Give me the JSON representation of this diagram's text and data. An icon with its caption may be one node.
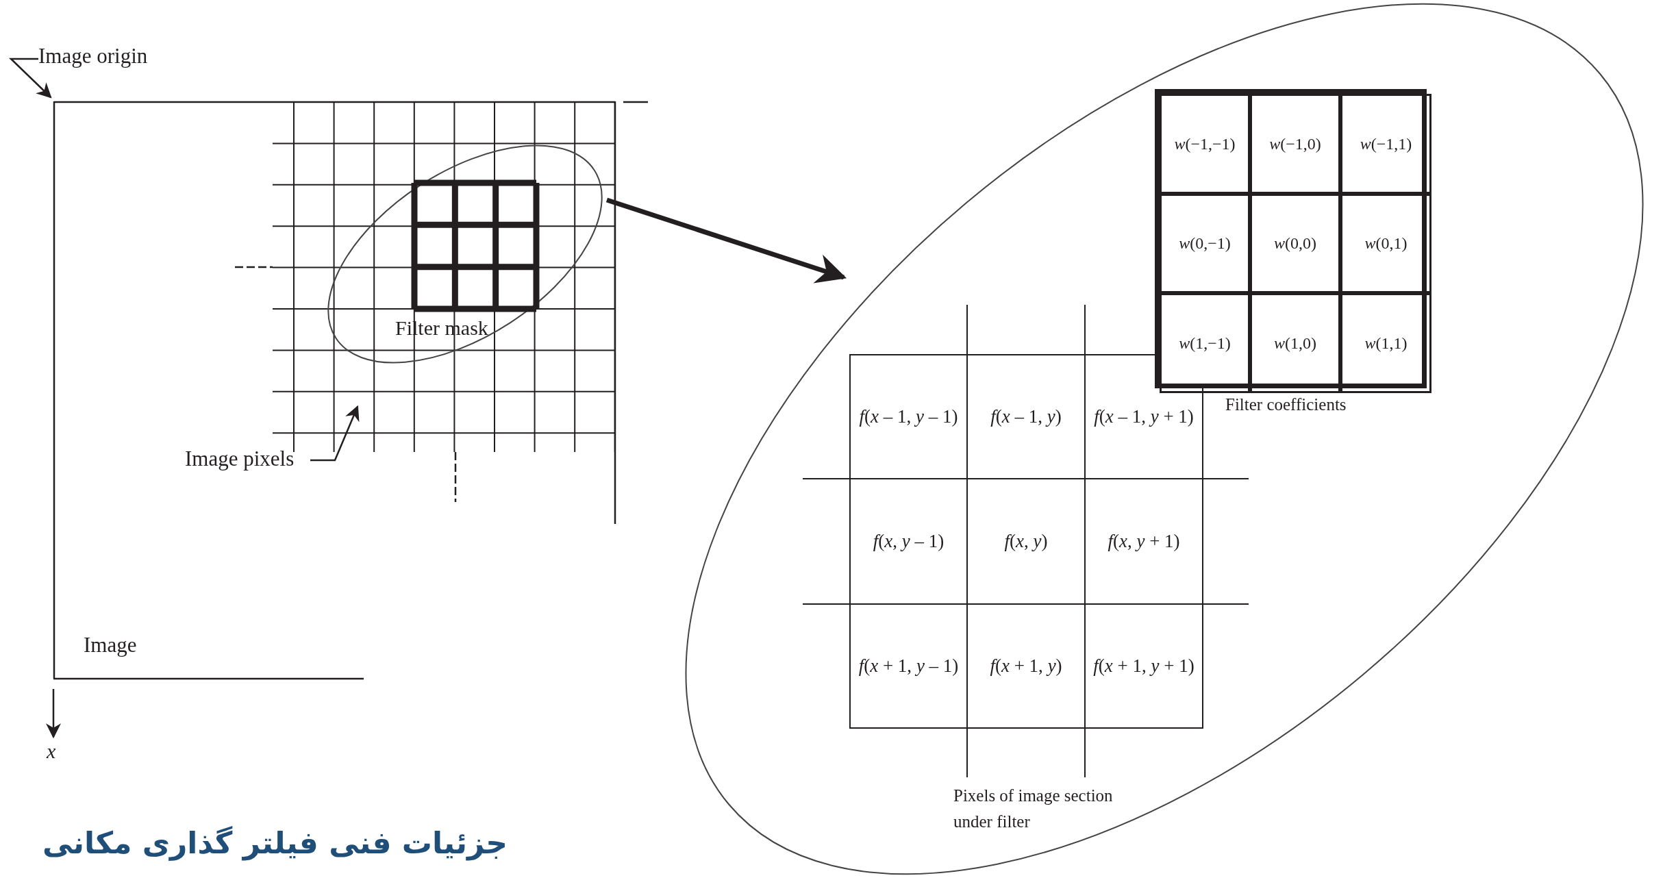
{
  "diagram": {
    "title": "جزئیات فنی فیلتر گذاری مکانی",
    "nodes": [
      {
        "text": [
          "Image"
        ]
      },
      {
        "text": [
          "Image origin"
        ]
      },
      {
        "text": [
          "Image pixels"
        ],
        "in": 0
      },
      {
        "text": [],
        "shape": "grid",
        "in": 0
      },
      {
        "text": [
          "Filter mask"
        ],
        "in": 3
      },
      {
        "text": [],
        "shape": "ellipse"
      },
      {
        "text": [
          "Filter coefficients"
        ],
        "in": 5
      },
      {
        "text": [
          "*w*(−1,−1)"
        ],
        "in": 6
      },
      {
        "text": [
          "*w*(−1,0)"
        ],
        "in": 6
      },
      {
        "text": [
          "*w*(−1,1)"
        ],
        "in": 6
      },
      {
        "text": [
          "*w*(0,−1)"
        ],
        "in": 6
      },
      {
        "text": [
          "*w*(0,0)"
        ],
        "in": 6
      },
      {
        "text": [
          "*w*(0,1)"
        ],
        "in": 6
      },
      {
        "text": [
          "*w*(1,−1)"
        ],
        "in": 6
      },
      {
        "text": [
          "*w*(1,0)"
        ],
        "in": 6
      },
      {
        "text": [
          "*w*(1,1)"
        ],
        "in": 6
      },
      {
        "text": [
          "Pixels of image section under filter"
        ],
        "in": 5
      },
      {
        "text": [
          "*f*(*x* – 1, *y* – 1)"
        ],
        "in": 16
      },
      {
        "text": [
          "*f*(*x* – 1, *y*)"
        ],
        "in": 16
      },
      {
        "text": [
          "*f*(*x* – 1, *y* + 1)"
        ],
        "in": 16
      },
      {
        "text": [
          "*f*(*x*, *y* – 1)"
        ],
        "in": 16
      },
      {
        "text": [
          "*f*(*x*, *y*)"
        ],
        "in": 16
      },
      {
        "text": [
          "*f*(*x*, *y* + 1)"
        ],
        "in": 16
      },
      {
        "text": [
          "*f*(*x* + 1, *y* – 1)"
        ],
        "in": 16
      },
      {
        "text": [
          "*f*(*x* + 1, *y*)"
        ],
        "in": 16
      },
      {
        "text": [
          "*f*(*x* + 1, *y* + 1)"
        ],
        "in": 16
      }
    ],
    "edges": [
      {
        "from": 1,
        "to": 0,
        "arrow": "to"
      },
      {
        "from": 2,
        "to": 3,
        "arrow": "to"
      },
      {
        "from": 4,
        "to": 5,
        "arrow": "to",
        "style": "thick"
      }
    ],
    "labels": [
      "*x*"
    ]
  }
}
